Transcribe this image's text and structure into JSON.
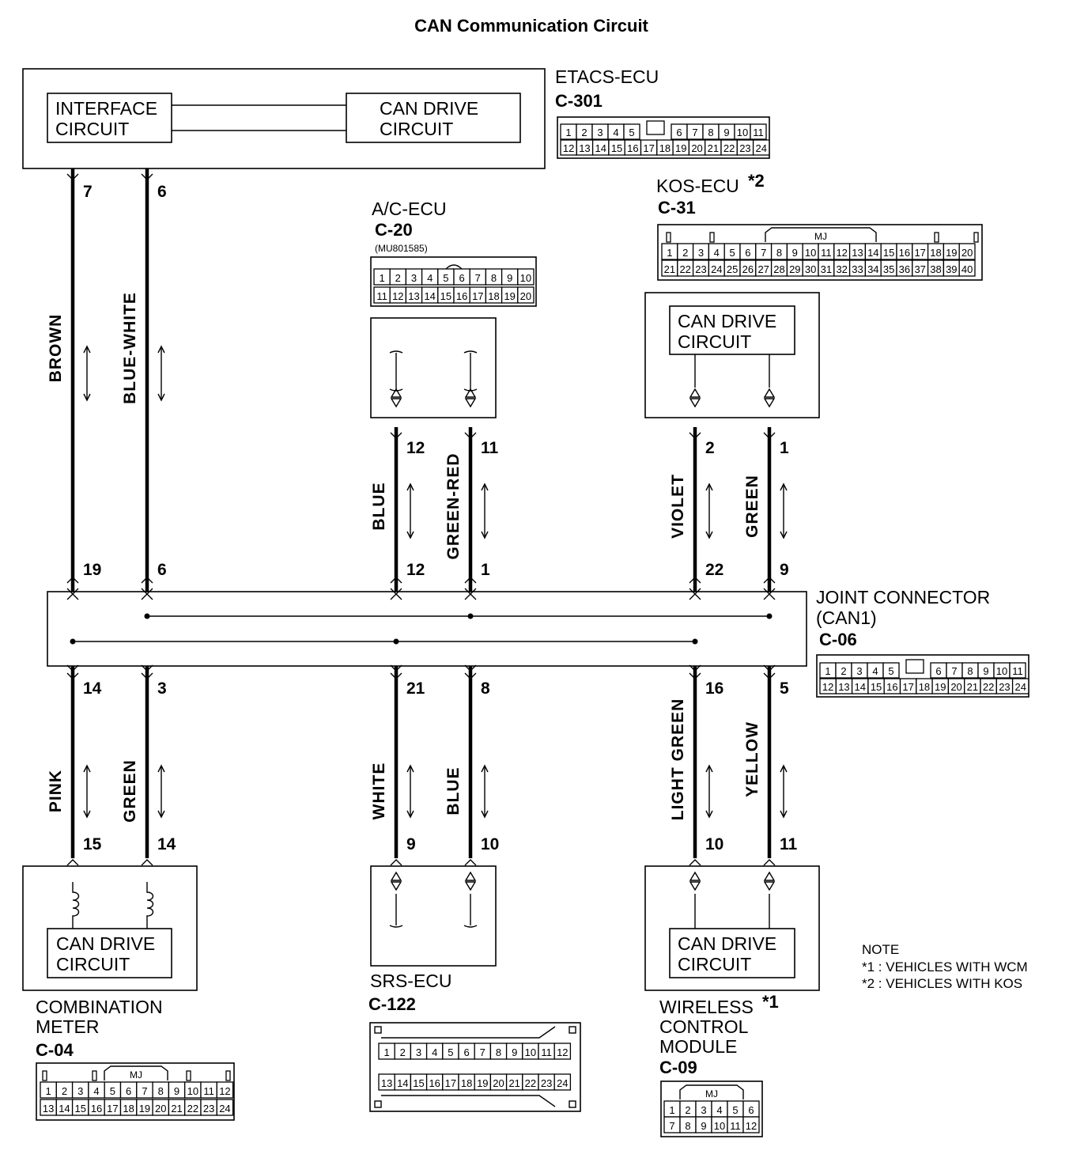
{
  "title": "CAN Communication Circuit",
  "etacs": {
    "name": "ETACS-ECU",
    "code": "C-301",
    "interface_label": [
      "INTERFACE",
      "CIRCUIT"
    ],
    "can_label": [
      "CAN DRIVE",
      "CIRCUIT"
    ],
    "pins_row1": [
      "1",
      "2",
      "3",
      "4",
      "5",
      "",
      "6",
      "7",
      "8",
      "9",
      "10",
      "11"
    ],
    "pins_row2": [
      "12",
      "13",
      "14",
      "15",
      "16",
      "17",
      "18",
      "19",
      "20",
      "21",
      "22",
      "23",
      "24"
    ]
  },
  "acecu": {
    "name": "A/C-ECU",
    "code": "C-20",
    "part": "(MU801585)",
    "pins_row1": [
      "1",
      "2",
      "3",
      "4",
      "5",
      "6",
      "7",
      "8",
      "9",
      "10"
    ],
    "pins_row2": [
      "11",
      "12",
      "13",
      "14",
      "15",
      "16",
      "17",
      "18",
      "19",
      "20"
    ]
  },
  "kos": {
    "name": "KOS-ECU",
    "mark": "*2",
    "code": "C-31",
    "mj": "MJ",
    "can_label": [
      "CAN DRIVE",
      "CIRCUIT"
    ],
    "pins_row1": [
      "1",
      "2",
      "3",
      "4",
      "5",
      "6",
      "7",
      "8",
      "9",
      "10",
      "11",
      "12",
      "13",
      "14",
      "15",
      "16",
      "17",
      "18",
      "19",
      "20"
    ],
    "pins_row2": [
      "21",
      "22",
      "23",
      "24",
      "25",
      "26",
      "27",
      "28",
      "29",
      "30",
      "31",
      "32",
      "33",
      "34",
      "35",
      "36",
      "37",
      "38",
      "39",
      "40"
    ]
  },
  "joint": {
    "name": [
      "JOINT CONNECTOR",
      "(CAN1)"
    ],
    "code": "C-06",
    "pins_row1": [
      "1",
      "2",
      "3",
      "4",
      "5",
      "",
      "6",
      "7",
      "8",
      "9",
      "10",
      "11"
    ],
    "pins_row2": [
      "12",
      "13",
      "14",
      "15",
      "16",
      "17",
      "18",
      "19",
      "20",
      "21",
      "22",
      "23",
      "24"
    ]
  },
  "meter": {
    "name": [
      "COMBINATION",
      "METER"
    ],
    "code": "C-04",
    "mj": "MJ",
    "can_label": [
      "CAN DRIVE",
      "CIRCUIT"
    ],
    "pins_row1": [
      "1",
      "2",
      "3",
      "4",
      "5",
      "6",
      "7",
      "8",
      "9",
      "10",
      "11",
      "12"
    ],
    "pins_row2": [
      "13",
      "14",
      "15",
      "16",
      "17",
      "18",
      "19",
      "20",
      "21",
      "22",
      "23",
      "24"
    ]
  },
  "srs": {
    "name": "SRS-ECU",
    "code": "C-122",
    "pins_row1": [
      "1",
      "2",
      "3",
      "4",
      "5",
      "6",
      "7",
      "8",
      "9",
      "10",
      "11",
      "12"
    ],
    "pins_row2": [
      "13",
      "14",
      "15",
      "16",
      "17",
      "18",
      "19",
      "20",
      "21",
      "22",
      "23",
      "24"
    ]
  },
  "wcm": {
    "name": [
      "WIRELESS",
      "CONTROL",
      "MODULE"
    ],
    "mark": "*1",
    "code": "C-09",
    "mj": "MJ",
    "can_label": [
      "CAN DRIVE",
      "CIRCUIT"
    ],
    "pins_row1": [
      "1",
      "2",
      "3",
      "4",
      "5",
      "6"
    ],
    "pins_row2": [
      "7",
      "8",
      "9",
      "10",
      "11",
      "12"
    ]
  },
  "wires": [
    {
      "id": "w1",
      "top_pin": "7",
      "mid_pin": "19",
      "upper_color": "BROWN",
      "bottom_pin": "14",
      "end_pin": "15",
      "lower_color": "PINK"
    },
    {
      "id": "w2",
      "top_pin": "6",
      "mid_pin": "6",
      "upper_color": "BLUE-WHITE",
      "bottom_pin": "3",
      "end_pin": "14",
      "lower_color": "GREEN"
    },
    {
      "id": "w3",
      "top_pin": "12",
      "mid_pin": "12",
      "upper_color": "BLUE",
      "bottom_pin": "21",
      "end_pin": "9",
      "lower_color": "WHITE"
    },
    {
      "id": "w4",
      "top_pin": "11",
      "mid_pin": "1",
      "upper_color": "GREEN-RED",
      "bottom_pin": "8",
      "end_pin": "10",
      "lower_color": "BLUE"
    },
    {
      "id": "w5",
      "top_pin": "2",
      "mid_pin": "22",
      "upper_color": "VIOLET",
      "bottom_pin": "16",
      "end_pin": "10",
      "lower_color": "LIGHT GREEN"
    },
    {
      "id": "w6",
      "top_pin": "1",
      "mid_pin": "9",
      "upper_color": "GREEN",
      "bottom_pin": "5",
      "end_pin": "11",
      "lower_color": "YELLOW"
    }
  ],
  "notes": {
    "heading": "NOTE",
    "n1": "*1 : VEHICLES WITH WCM",
    "n2": "*2 : VEHICLES WITH KOS"
  }
}
